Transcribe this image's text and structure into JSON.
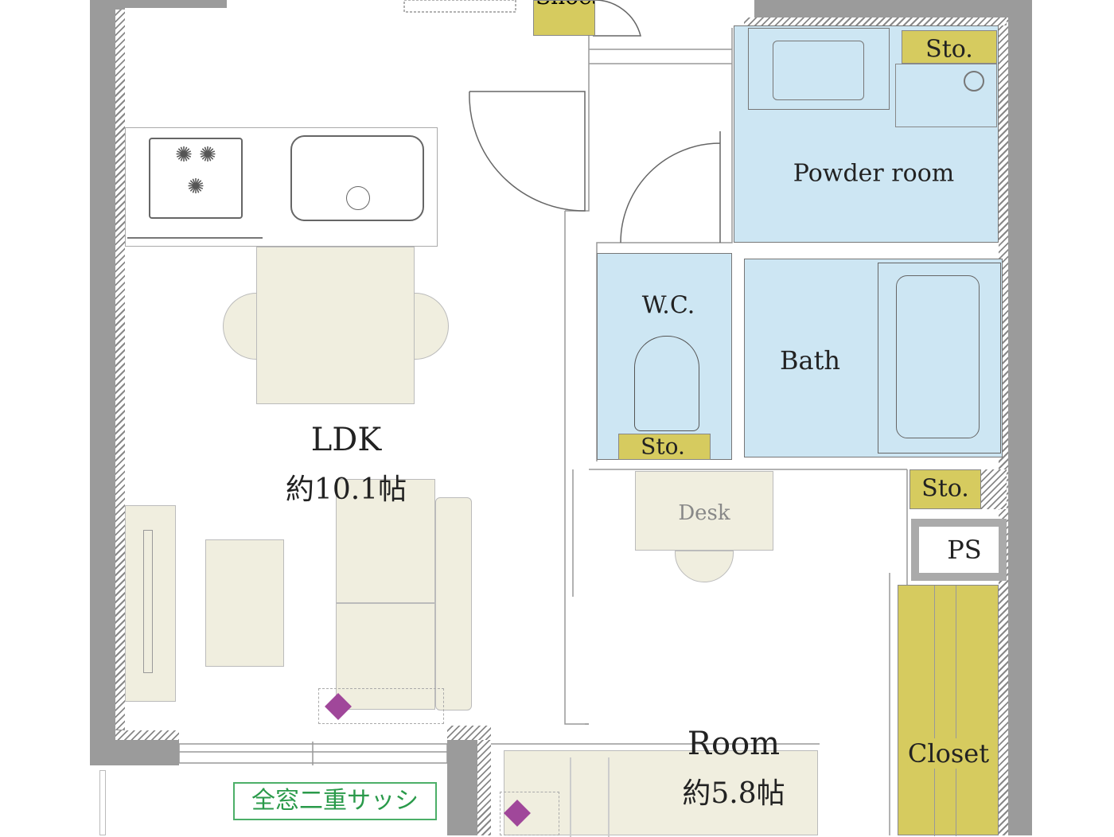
{
  "rooms": {
    "ldk": {
      "name": "LDK",
      "size": "約10.1帖"
    },
    "room": {
      "name": "Room",
      "size": "約5.8帖"
    },
    "powder_room": "Powder room",
    "wc": "W.C.",
    "bath": "Bath",
    "closet": "Closet",
    "ps": "PS",
    "shoes": "Shoes",
    "storage_labels": [
      "Sto.",
      "Sto.",
      "Sto."
    ],
    "desk": "Desk"
  },
  "callout": {
    "text": "全窓二重サッシ",
    "color": "#2a9a4a"
  },
  "colors": {
    "wet_area": "#cde6f3",
    "storage": "#d6cb5f",
    "furniture": "#f0eedf",
    "wall": "#9b9b9b",
    "marker": "#a0479a"
  }
}
